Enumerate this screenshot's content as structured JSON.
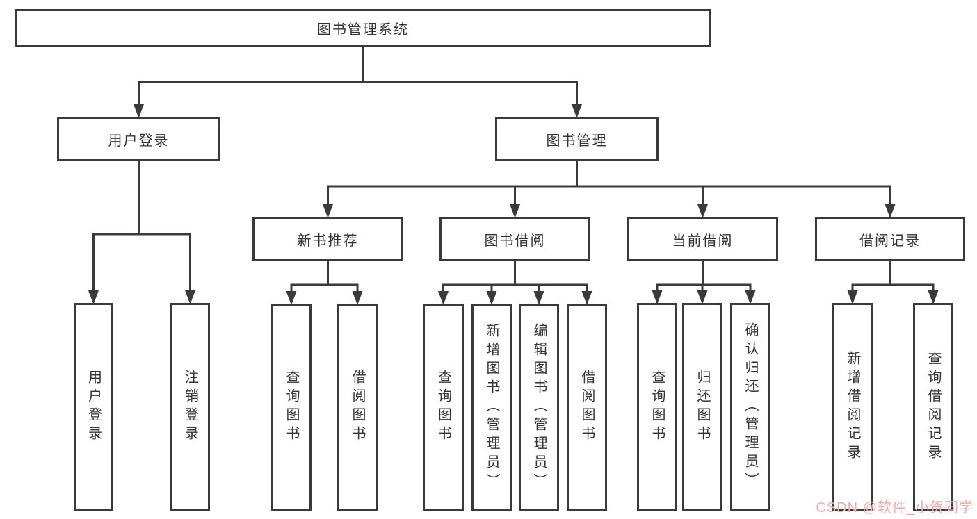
{
  "diagram": {
    "type": "hierarchy-tree",
    "nodes": [
      {
        "id": "sys",
        "label": "图书管理系统",
        "parent": null
      },
      {
        "id": "login",
        "label": "用户登录",
        "parent": "sys"
      },
      {
        "id": "mgmt",
        "label": "图书管理",
        "parent": "sys"
      },
      {
        "id": "login-user",
        "label": "用户登录",
        "parent": "login"
      },
      {
        "id": "login-logout",
        "label": "注销登录",
        "parent": "login"
      },
      {
        "id": "newbook",
        "label": "新书推荐",
        "parent": "mgmt"
      },
      {
        "id": "borrow",
        "label": "图书借阅",
        "parent": "mgmt"
      },
      {
        "id": "current",
        "label": "当前借阅",
        "parent": "mgmt"
      },
      {
        "id": "records",
        "label": "借阅记录",
        "parent": "mgmt"
      },
      {
        "id": "newbook-query",
        "label": "查询图书",
        "parent": "newbook"
      },
      {
        "id": "newbook-borrow",
        "label": "借阅图书",
        "parent": "newbook"
      },
      {
        "id": "borrow-query",
        "label": "查询图书",
        "parent": "borrow"
      },
      {
        "id": "borrow-add",
        "label": "新增图书（管理员）",
        "parent": "borrow"
      },
      {
        "id": "borrow-edit",
        "label": "编辑图书（管理员）",
        "parent": "borrow"
      },
      {
        "id": "borrow-borrow",
        "label": "借阅图书",
        "parent": "borrow"
      },
      {
        "id": "current-query",
        "label": "查询图书",
        "parent": "current"
      },
      {
        "id": "current-return",
        "label": "归还图书",
        "parent": "current"
      },
      {
        "id": "current-confirm",
        "label": "确认归还（管理员）",
        "parent": "current"
      },
      {
        "id": "records-add",
        "label": "新增借阅记录",
        "parent": "records"
      },
      {
        "id": "records-query",
        "label": "查询借阅记录",
        "parent": "records"
      }
    ]
  },
  "watermark": {
    "text": "CSDN @软件_小贺同学",
    "color": "#f0aaa8"
  },
  "colors": {
    "line": "#3a3a3a",
    "text": "#333333",
    "background": "#ffffff"
  }
}
